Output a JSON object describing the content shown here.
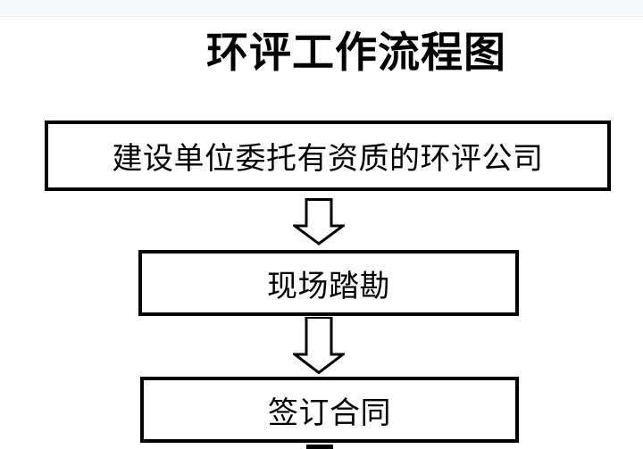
{
  "page": {
    "title": "环评工作流程图",
    "background_color": "#ffffff",
    "top_band_color": "#f8f9fd",
    "ink_color": "#000000"
  },
  "flowchart": {
    "nodes": [
      {
        "id": "commission",
        "label": "建设单位委托有资质的环评公司"
      },
      {
        "id": "site-survey",
        "label": "现场踏勘"
      },
      {
        "id": "sign-contract",
        "label": "签订合同"
      }
    ],
    "connectors": [
      {
        "icon": "down-block-arrow"
      },
      {
        "icon": "down-block-arrow"
      },
      {
        "icon": "down-block-arrow-partial"
      }
    ]
  }
}
